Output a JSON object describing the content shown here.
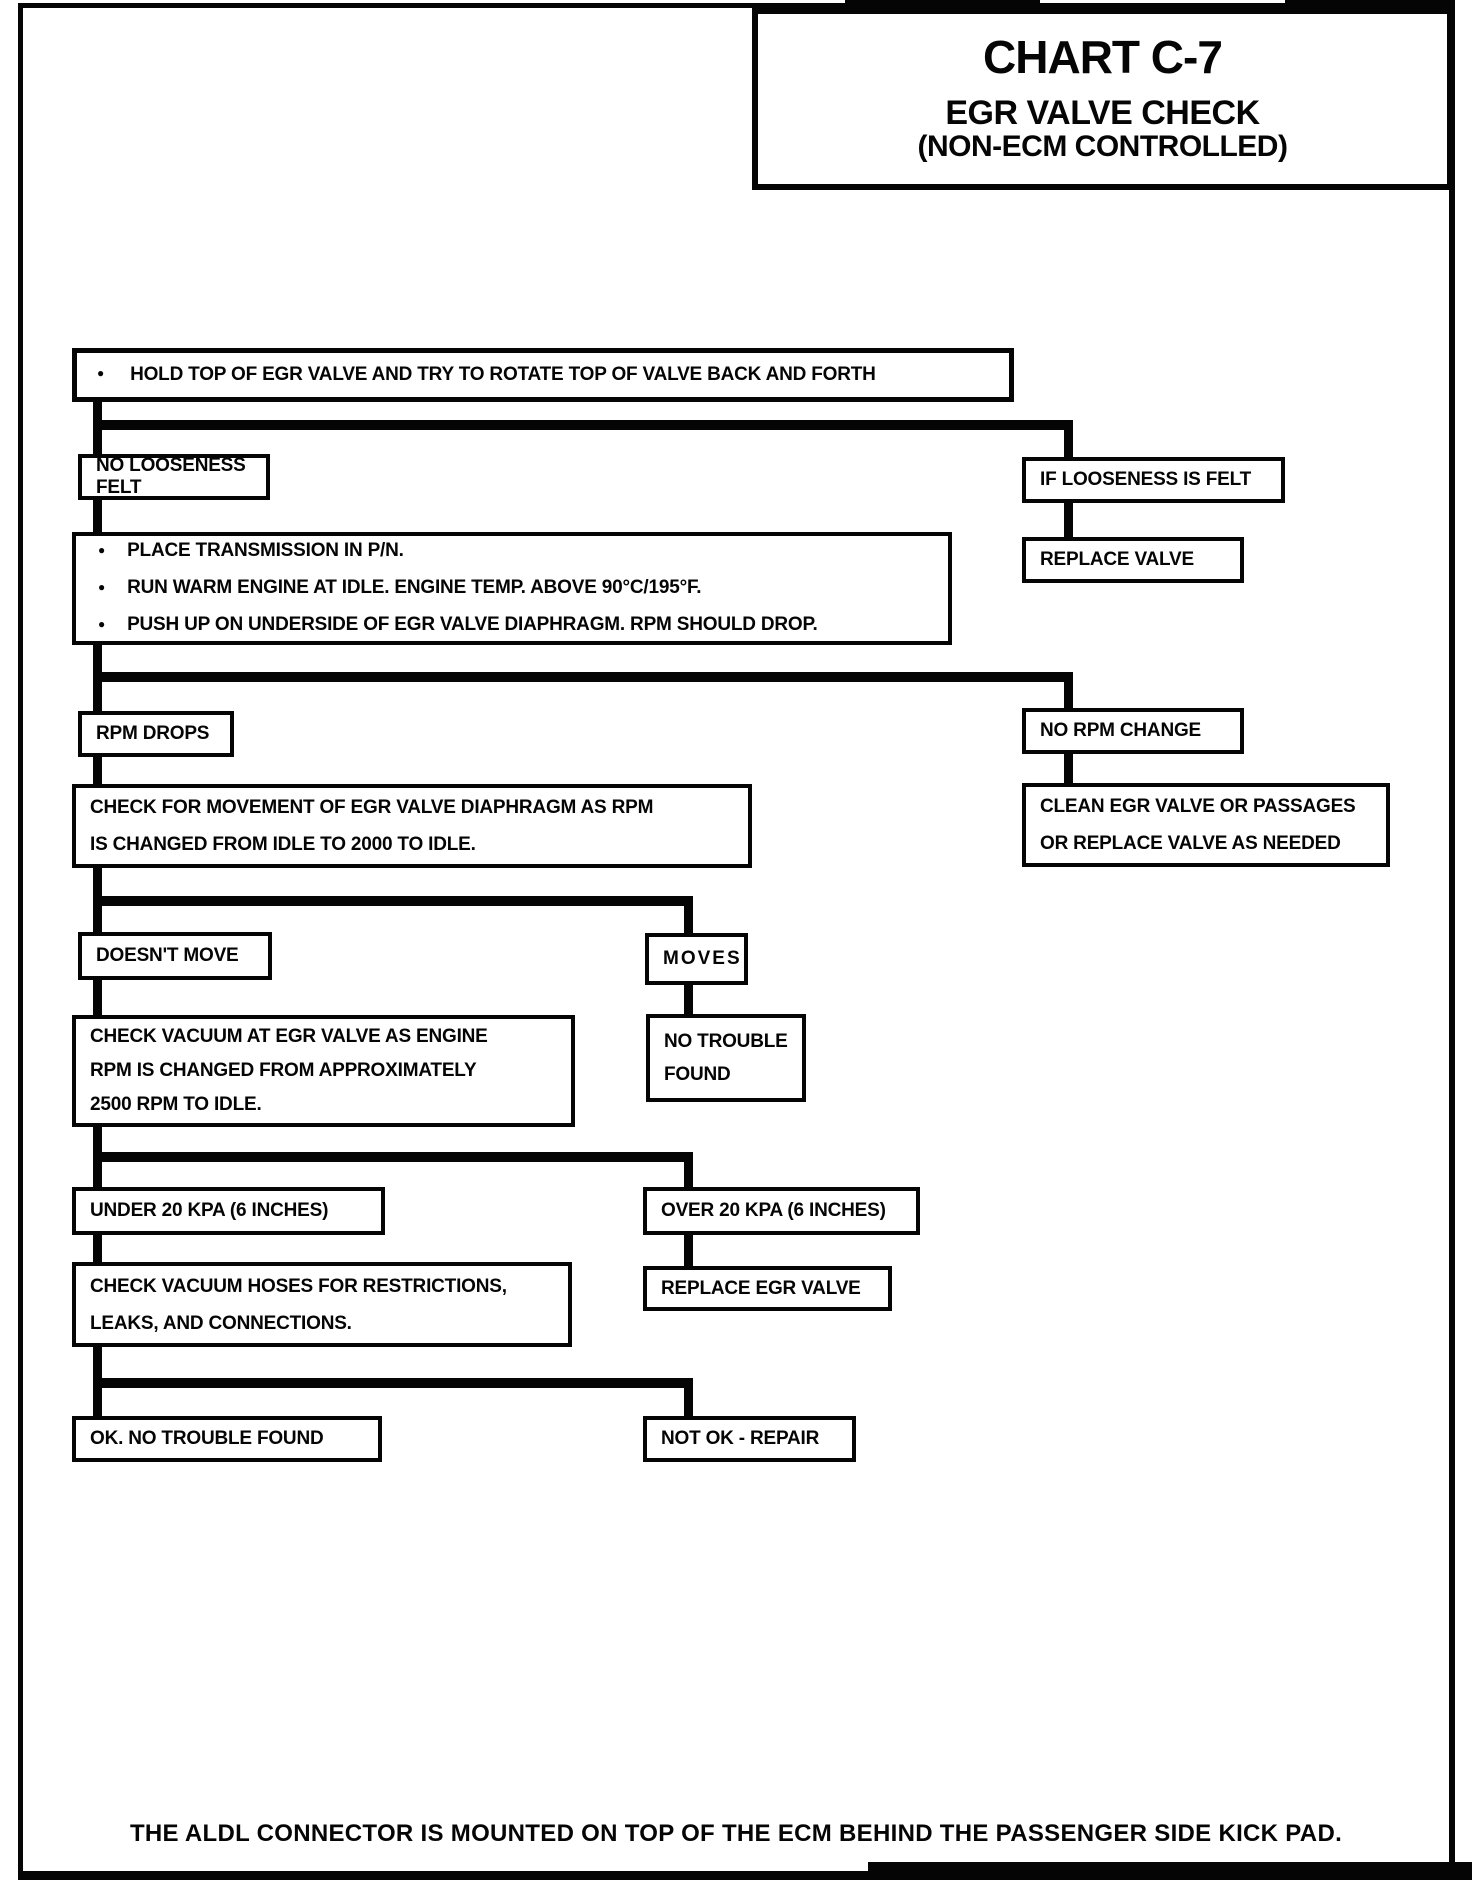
{
  "page": {
    "ink_color": "#050505",
    "paper_color": "#ffffff",
    "title_line1": "CHART C-7",
    "title_line2": "EGR VALVE CHECK",
    "title_line3": "(NON-ECM CONTROLLED)",
    "footer": "THE ALDL CONNECTOR IS MOUNTED ON TOP OF THE ECM BEHIND THE PASSENGER SIDE KICK PAD."
  },
  "bullet_char": "●",
  "nodes": {
    "hold": {
      "text": "HOLD TOP OF EGR VALVE AND TRY TO ROTATE TOP OF VALVE BACK AND FORTH"
    },
    "no_looseness": {
      "text": "NO LOOSENESS FELT"
    },
    "if_looseness": {
      "text": "IF LOOSENESS IS FELT"
    },
    "replace_valve": {
      "text": "REPLACE VALVE"
    },
    "transmission": {
      "lines": [
        "PLACE TRANSMISSION IN P/N.",
        "RUN WARM ENGINE AT IDLE. ENGINE TEMP. ABOVE 90°C/195°F.",
        "PUSH UP ON UNDERSIDE OF EGR VALVE DIAPHRAGM.  RPM SHOULD DROP."
      ]
    },
    "rpm_drops": {
      "text": "RPM DROPS"
    },
    "no_rpm_change": {
      "text": "NO RPM CHANGE"
    },
    "check_movement": {
      "lines": [
        "CHECK FOR MOVEMENT OF EGR VALVE DIAPHRAGM AS RPM",
        "IS CHANGED FROM IDLE TO 2000 TO IDLE."
      ]
    },
    "clean_egr": {
      "lines": [
        "CLEAN EGR VALVE OR PASSAGES",
        "OR REPLACE VALVE AS NEEDED"
      ]
    },
    "doesnt_move": {
      "text": "DOESN'T MOVE"
    },
    "moves": {
      "text": "MOVES"
    },
    "check_vacuum": {
      "lines": [
        "CHECK VACUUM AT EGR VALVE AS ENGINE",
        "RPM IS CHANGED FROM APPROXIMATELY",
        "2500 RPM TO IDLE."
      ]
    },
    "no_trouble": {
      "lines": [
        "NO TROUBLE",
        "FOUND"
      ]
    },
    "under_20": {
      "text": "UNDER 20 KPA (6 INCHES)"
    },
    "over_20": {
      "text": "OVER 20 KPA (6 INCHES)"
    },
    "check_hoses": {
      "lines": [
        "CHECK VACUUM HOSES FOR RESTRICTIONS,",
        "LEAKS, AND CONNECTIONS."
      ]
    },
    "replace_egr": {
      "text": "REPLACE EGR VALVE"
    },
    "ok_no_trouble": {
      "text": "OK. NO TROUBLE FOUND"
    },
    "not_ok": {
      "text": "NOT OK - REPAIR"
    }
  }
}
